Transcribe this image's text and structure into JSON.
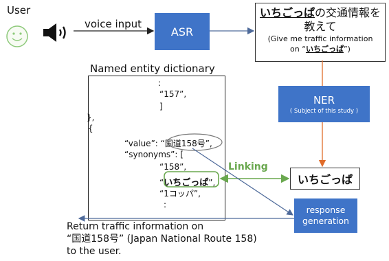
{
  "user": {
    "label": "User"
  },
  "voice": {
    "label": "voice input"
  },
  "asr": {
    "label": "ASR"
  },
  "query": {
    "line1_bold": "いちごっぱ",
    "line1_rest": "の交通情報を",
    "line2": "教えて",
    "line3": "(Give me traffic information",
    "line4_pre": "on “",
    "line4_bold": "いちごっぱ",
    "line4_post": "”)"
  },
  "ner": {
    "label": "NER",
    "sublabel": "( Subject of this study )"
  },
  "dictionary": {
    "title": "Named entity dictionary",
    "lines": [
      ":",
      "“157”,",
      "]",
      "},",
      "{",
      "“value”: “",
      "国道158号",
      "”,",
      "“synonyms”: [",
      "“158”,",
      "“",
      "いちごっぱ",
      "”,",
      "“1コッパ”,",
      ":"
    ]
  },
  "linking": {
    "label": "Linking",
    "color": "#6aa84f"
  },
  "entity": {
    "label": "いちごっぱ"
  },
  "response": {
    "line1": "response",
    "line2": "generation"
  },
  "result": {
    "line1": "Return traffic information on",
    "line2": "“国道158号” (Japan National Route 158)",
    "line3": "to the user."
  },
  "colors": {
    "box_blue": "#3f74c8",
    "ner_orange": "#e06c2a",
    "arrow_slate": "#4e6a9a",
    "smiley": "#8dc97a"
  }
}
